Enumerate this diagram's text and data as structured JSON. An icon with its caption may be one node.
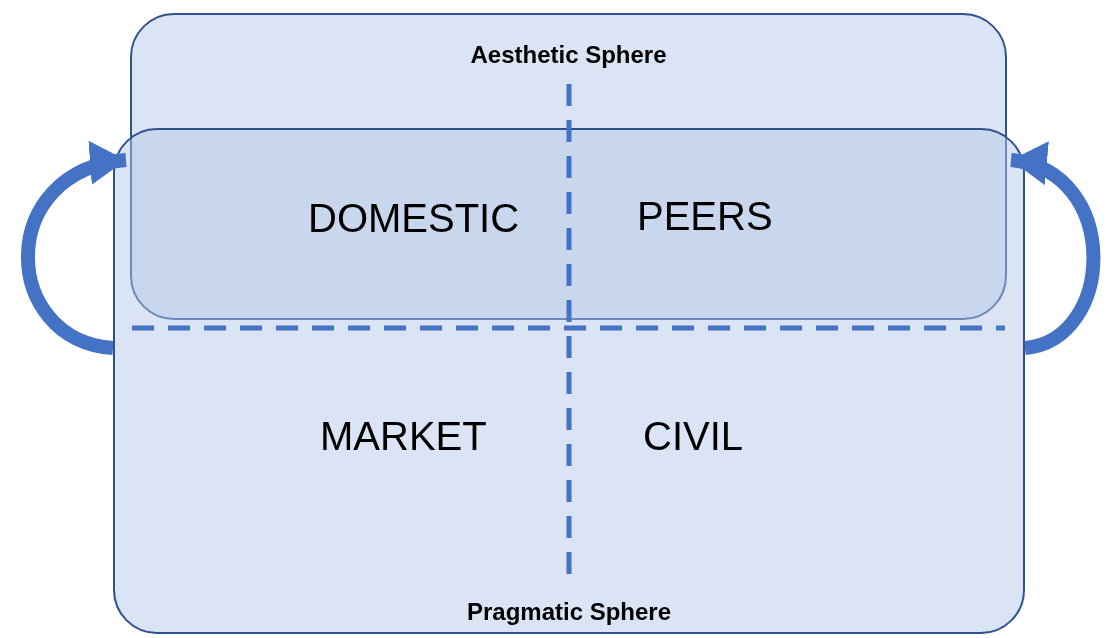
{
  "diagram": {
    "nodes": [
      {
        "text": [
          "Aesthetic Sphere"
        ]
      },
      {
        "text": [
          "Pragmatic Sphere"
        ]
      }
    ],
    "edges": [
      {
        "from": 1,
        "to": 0,
        "arrow": "to"
      },
      {
        "from": 1,
        "to": 0,
        "arrow": "to"
      }
    ],
    "labels": [
      "DOMESTIC",
      "PEERS",
      "MARKET",
      "CIVIL"
    ]
  }
}
